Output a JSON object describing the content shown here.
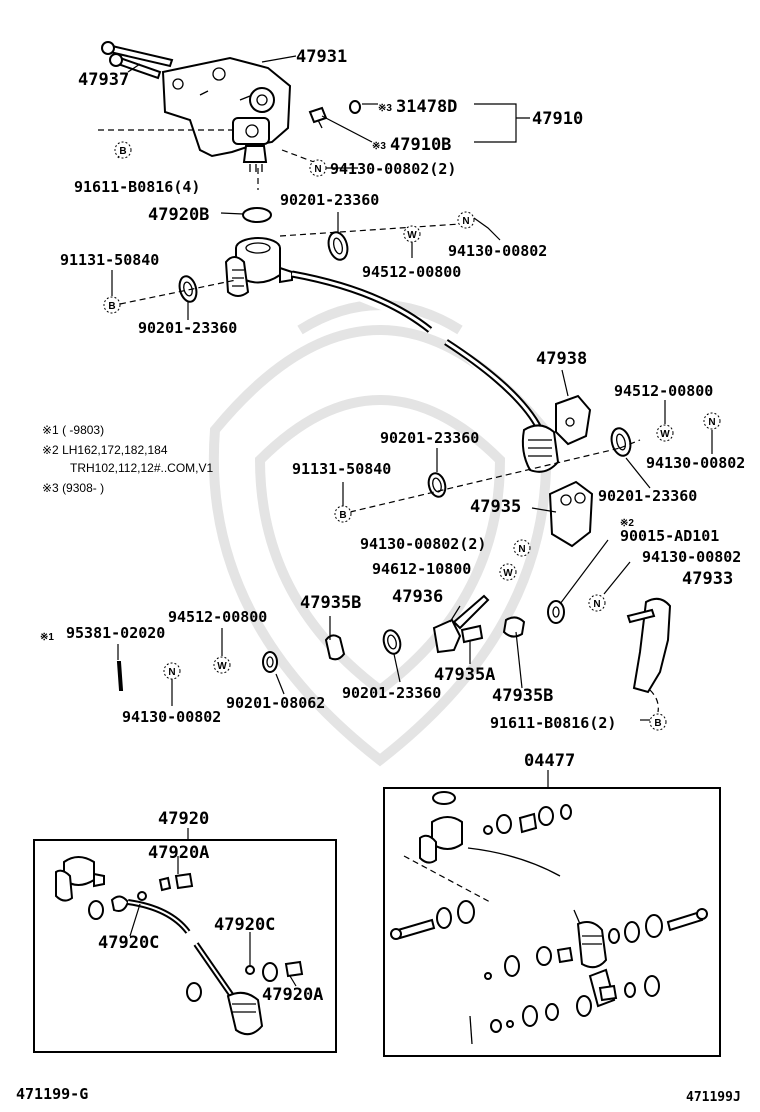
{
  "labels": {
    "p47931": "47931",
    "p47937": "47937",
    "p31478D": "31478D",
    "p47910": "47910",
    "p47910B": "47910B",
    "p91611_top": "91611-B0816(4)",
    "p94130_top": "94130-00802(2)",
    "p47920B": "47920B",
    "p90201_a": "90201-23360",
    "p91131_a": "91131-50840",
    "p94130_b": "94130-00802",
    "p94512_a": "94512-00800",
    "p90201_b": "90201-23360",
    "p47938": "47938",
    "p94512_b": "94512-00800",
    "p90201_c": "90201-23360",
    "p94130_c": "94130-00802",
    "p91131_b": "91131-50840",
    "p90201_d": "90201-23360",
    "p47935": "47935",
    "p94130_d": "94130-00802(2)",
    "p90015": "90015-AD101",
    "p94612": "94612-10800",
    "p94130_e": "94130-00802",
    "p47933": "47933",
    "p47936": "47936",
    "p95381": "95381-02020",
    "p94512_c": "94512-00800",
    "p47935B_a": "47935B",
    "p94130_f": "94130-00802",
    "p90201_e": "90201-08062",
    "p90201_f": "90201-23360",
    "p47935A": "47935A",
    "p47935B_b": "47935B",
    "p91611_bot": "91611-B0816(2)",
    "p04477": "04477",
    "p47920": "47920",
    "p47920A_a": "47920A",
    "p47920C_a": "47920C",
    "p47920C_b": "47920C",
    "p47920A_b": "47920A"
  },
  "marks": {
    "k1": "※1",
    "k2": "※2",
    "k3": "※3",
    "k3b": "※3"
  },
  "notes": {
    "n1": "※1 (        -9803)",
    "n2a": "※2 LH162,172,182,184",
    "n2b": "TRH102,112,12#..COM,V1",
    "n3": "※3 (9308-        )"
  },
  "clips": {
    "B": "B",
    "N": "N",
    "W": "W"
  },
  "footer": {
    "left": "471199-G",
    "right": "471199J"
  }
}
